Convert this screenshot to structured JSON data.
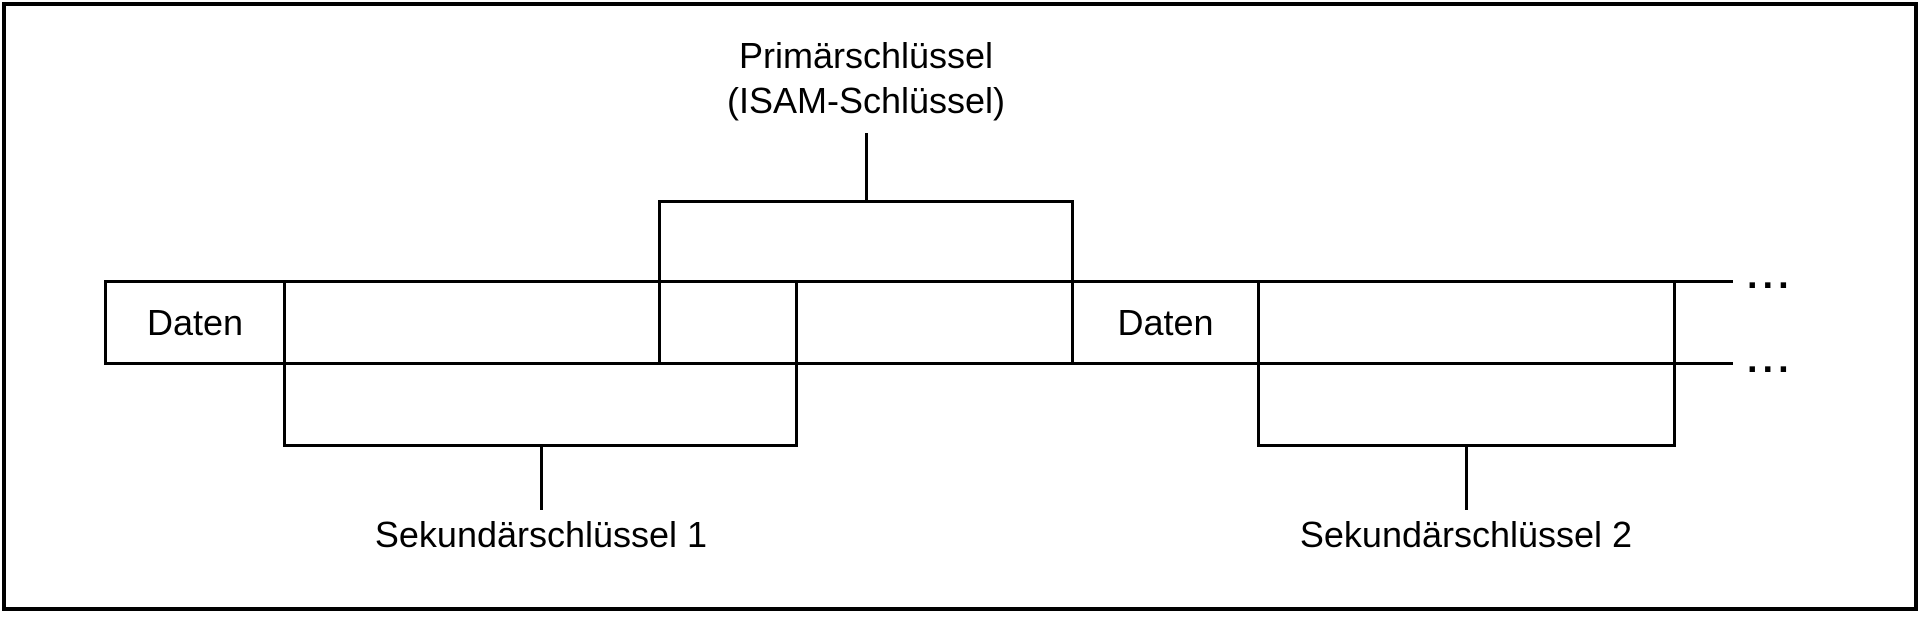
{
  "diagram": {
    "title": {
      "line1": "Primärschlüssel",
      "line2": "(ISAM-Schlüssel)"
    },
    "record": {
      "data_cell_1": "Daten",
      "data_cell_2": "Daten",
      "continuation_top": "...",
      "continuation_bottom": "..."
    },
    "secondary_keys": {
      "key1": "Sekundärschlüssel 1",
      "key2": "Sekundärschlüssel 2"
    },
    "colors": {
      "line": "#000000",
      "background": "#ffffff",
      "text": "#000000"
    }
  }
}
